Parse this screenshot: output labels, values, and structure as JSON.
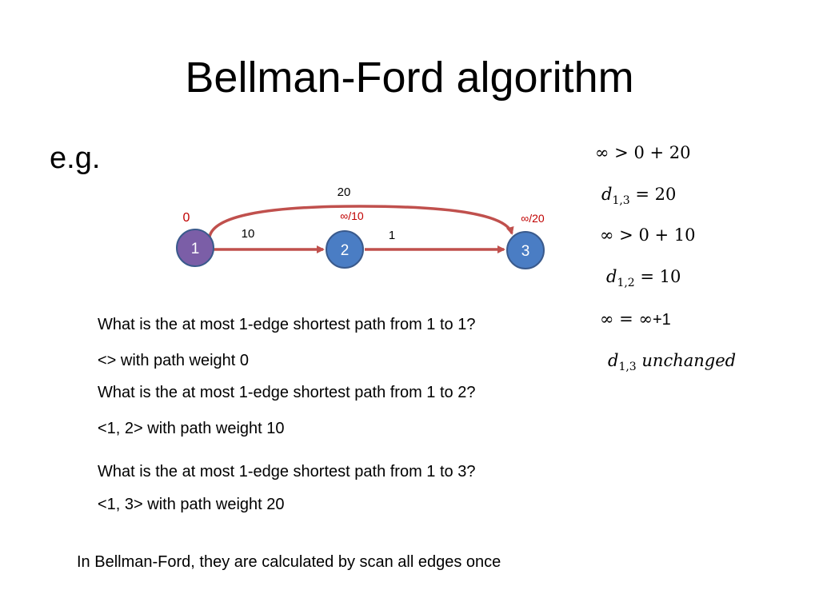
{
  "slide": {
    "title": "Bellman-Ford algorithm",
    "example_label": "e.g."
  },
  "graph": {
    "nodes": [
      {
        "id": "1",
        "label": "1",
        "distance": "0",
        "fill": "#7b5ea7"
      },
      {
        "id": "2",
        "label": "2",
        "distance": "∞/10",
        "fill": "#4a7dc4"
      },
      {
        "id": "3",
        "label": "3",
        "distance": "∞/20",
        "fill": "#4a7dc4"
      }
    ],
    "edges": [
      {
        "from": "1",
        "to": "2",
        "weight": "10"
      },
      {
        "from": "2",
        "to": "3",
        "weight": "1"
      },
      {
        "from": "1",
        "to": "3",
        "weight": "20"
      }
    ],
    "edge_color": "#c0504d",
    "node_stroke": "#3a5a8c",
    "distance_color": "#c00000"
  },
  "questions": [
    {
      "question": "What is the at most 1-edge shortest path from 1 to 1?",
      "answer": "<> with path weight 0"
    },
    {
      "question": "What is the at most 1-edge shortest path from 1 to 2?",
      "answer": "<1, 2> with path weight 10"
    },
    {
      "question": "What is the at most 1-edge shortest path from 1 to 3?",
      "answer": "<1, 3> with path weight 20"
    }
  ],
  "footer": "In Bellman-Ford, they are calculated by scan all edges once",
  "math": {
    "line1": "∞ > 0 + 20",
    "line2_var": "d",
    "line2_sub": "1,3",
    "line2_rest": " = 20",
    "line3": "∞ > 0 + 10",
    "line4_var": "d",
    "line4_sub": "1,2",
    "line4_rest": " = 10",
    "line5_a": "∞ = ∞",
    "line5_b": "+1",
    "line6_var": "d",
    "line6_sub": "1,3",
    "line6_rest": " unchanged"
  }
}
